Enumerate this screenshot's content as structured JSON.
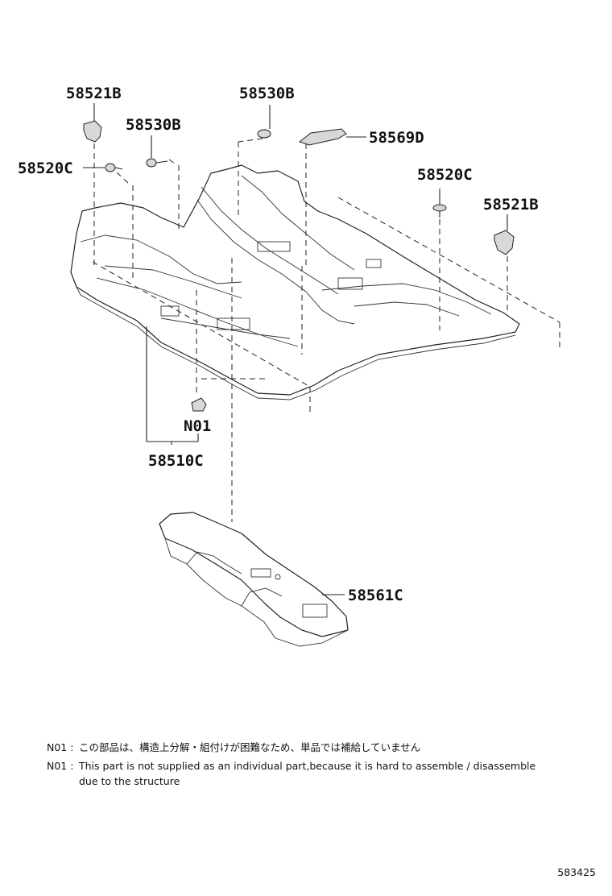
{
  "labels": {
    "p58521B_left": "58521B",
    "p58530B_top": "58530B",
    "p58530B_left": "58530B",
    "p58569D": "58569D",
    "p58520C_left": "58520C",
    "p58520C_right": "58520C",
    "p58521B_right": "58521B",
    "n01": "N01",
    "p58510C": "58510C",
    "p58561C": "58561C"
  },
  "notes": {
    "jp_code": "N01 :",
    "jp_text": "この部品は、構造上分解・組付けが困難なため、単品では補給していません",
    "en_code": "N01 :",
    "en_text": "This part is not supplied as an individual part,because it is hard to assemble / disassemble",
    "en_text_cont": "due to the structure"
  },
  "figure_number": "583425"
}
